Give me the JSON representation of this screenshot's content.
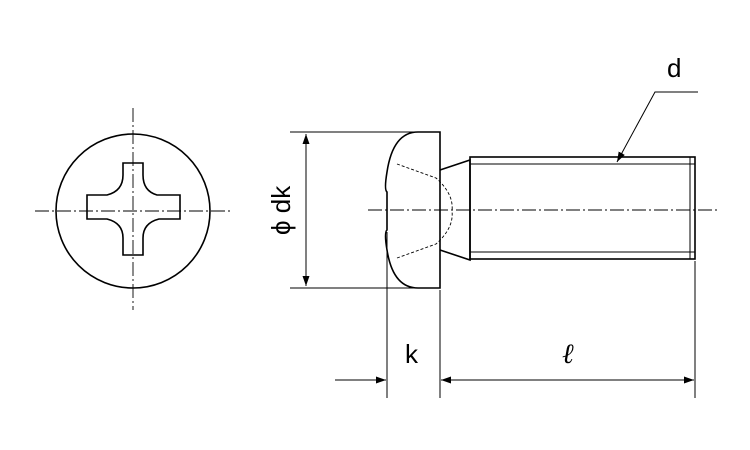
{
  "labels": {
    "thread_diameter": "d",
    "head_diameter": "ϕ dk",
    "head_height": "k",
    "length": "ℓ"
  },
  "colors": {
    "line": "#000000",
    "background": "#ffffff"
  }
}
